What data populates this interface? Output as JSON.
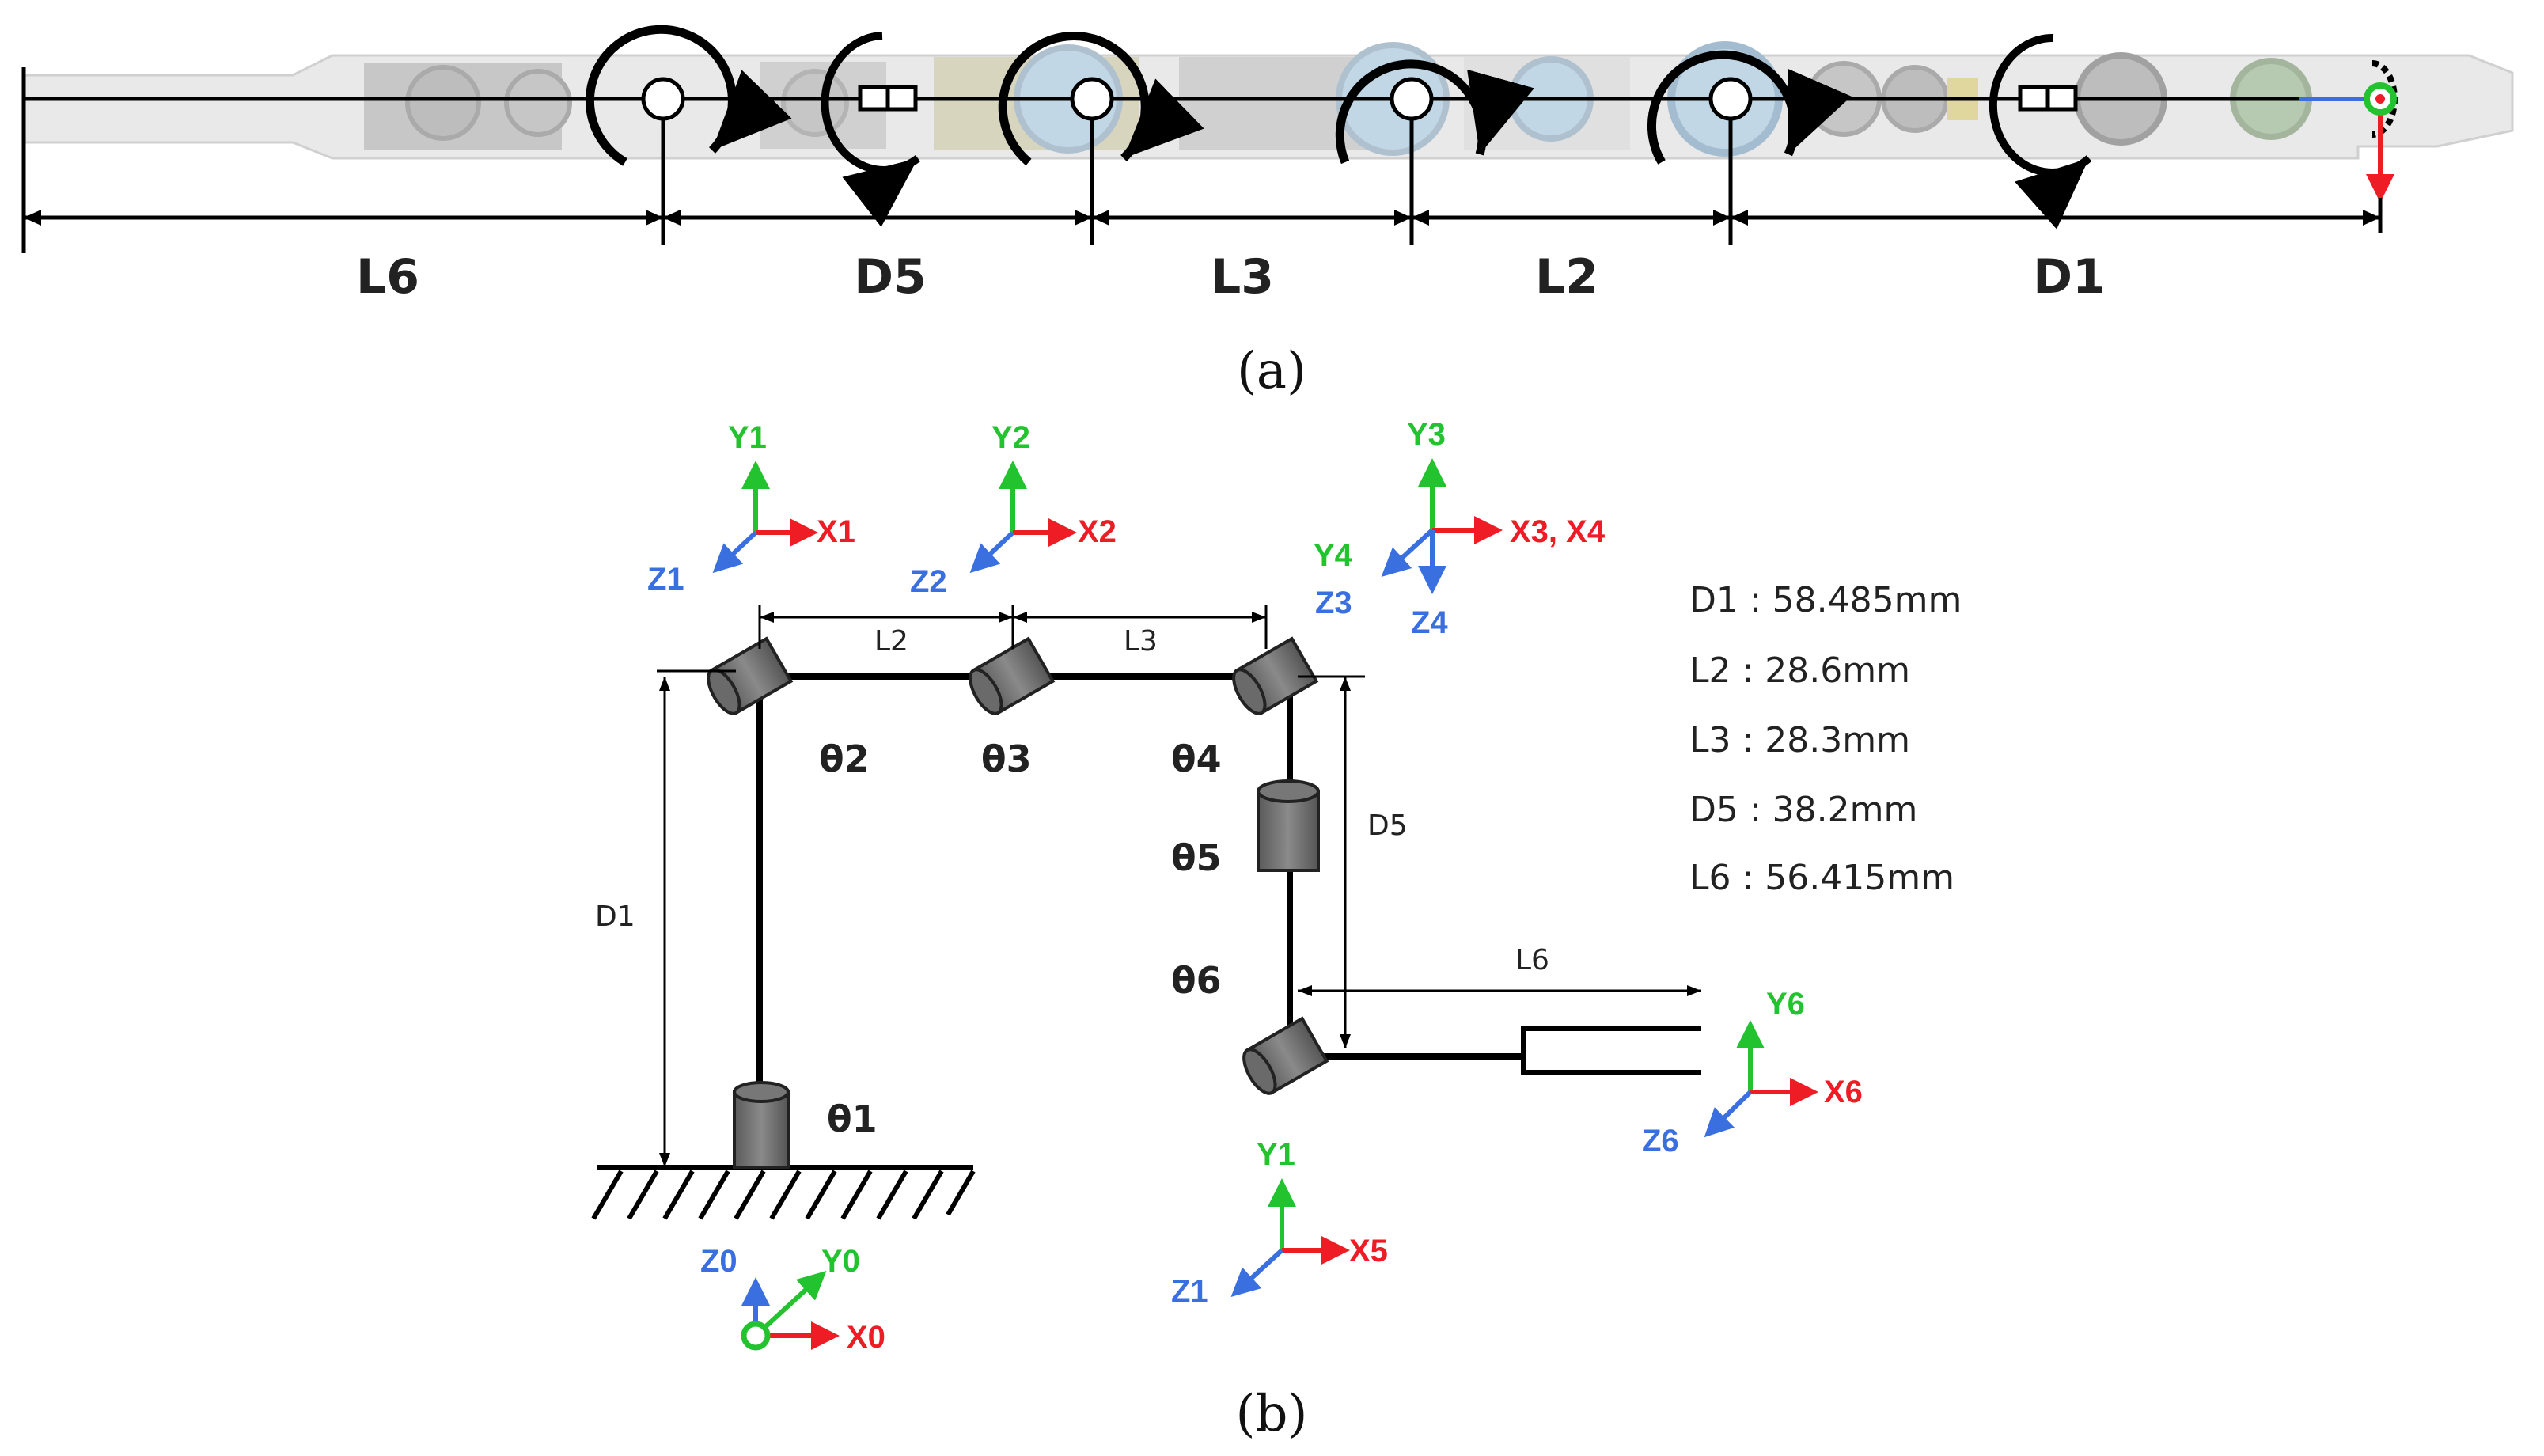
{
  "panel_a": {
    "segments": [
      "L6",
      "D5",
      "L3",
      "L2",
      "D1"
    ],
    "caption": "(a)"
  },
  "panel_b": {
    "caption": "(b)",
    "joints": [
      "θ1",
      "θ2",
      "θ3",
      "θ4",
      "θ5",
      "θ6"
    ],
    "dims": [
      "L2",
      "L3",
      "D1",
      "D5",
      "L6"
    ],
    "specs": [
      "D1 : 58.485mm",
      "L2 : 28.6mm",
      "L3 : 28.3mm",
      "D5 : 38.2mm",
      "L6 : 56.415mm"
    ],
    "frames": {
      "f0": {
        "x": "X0",
        "y": "Y0",
        "z": "Z0"
      },
      "f1": {
        "x": "X1",
        "y": "Y1",
        "z": "Z1"
      },
      "f2": {
        "x": "X2",
        "y": "Y2",
        "z": "Z2"
      },
      "f34": {
        "x": "X3, X4",
        "y": "Y3",
        "y2": "Y4",
        "z": "Z3",
        "z2": "Z4"
      },
      "f5": {
        "x": "X5",
        "y": "Y1",
        "z": "Z1"
      },
      "f6": {
        "x": "X6",
        "y": "Y6",
        "z": "Z6"
      }
    },
    "axis_colors": {
      "x": "#ee1c25",
      "y": "#22c32e",
      "z": "#3a6fe0"
    }
  }
}
